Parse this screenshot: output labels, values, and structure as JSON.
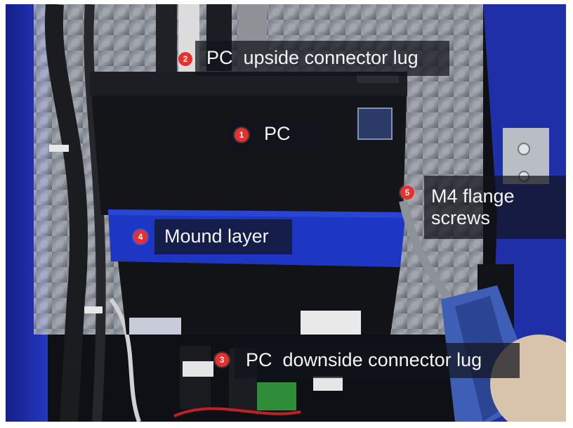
{
  "callouts": [
    {
      "id": "1",
      "text": "PC"
    },
    {
      "id": "2",
      "text": "PC  upside connector lug"
    },
    {
      "id": "3",
      "text": "PC  downside connector lug"
    },
    {
      "id": "4",
      "text": "Mound layer"
    },
    {
      "id": "5",
      "text": "M4 flange screws"
    }
  ],
  "colors": {
    "marker": "#e8302e",
    "frame_blue": "#1f2fa8",
    "pc_body": "#141519",
    "label_bg": "#12141c"
  }
}
